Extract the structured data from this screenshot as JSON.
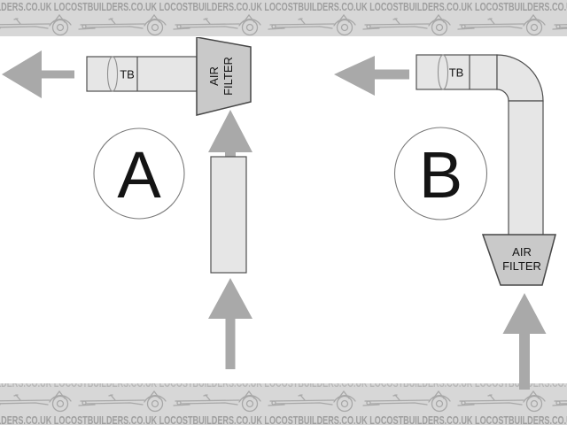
{
  "banner": {
    "watermark_text": "LOCOSTBUILDERS.CO.UK",
    "text_repeat": 9,
    "car_count": 7,
    "car_icon_name": "locost-car-icon",
    "colors": {
      "background": "#d7d7d7",
      "text": "#9e9e9e",
      "car": "#a8a8a8"
    }
  },
  "diagrams": {
    "a": {
      "label": "A",
      "throttle_body_label": "TB",
      "air_filter_line1": "AIR",
      "air_filter_line2": "FILTER"
    },
    "b": {
      "label": "B",
      "throttle_body_label": "TB",
      "air_filter_line1": "AIR",
      "air_filter_line2": "FILTER"
    }
  },
  "colors": {
    "arrow": "#a9a9a9",
    "duct_fill": "#e6e6e6",
    "duct_stroke": "#4f4f4f",
    "filter_fill": "#c9c9c9",
    "filter_stroke": "#474747",
    "ellipse_stroke": "#8f8f8f",
    "circle_stroke": "#7a7a7a",
    "label_text": "#141414",
    "page_background": "#ffffff"
  }
}
